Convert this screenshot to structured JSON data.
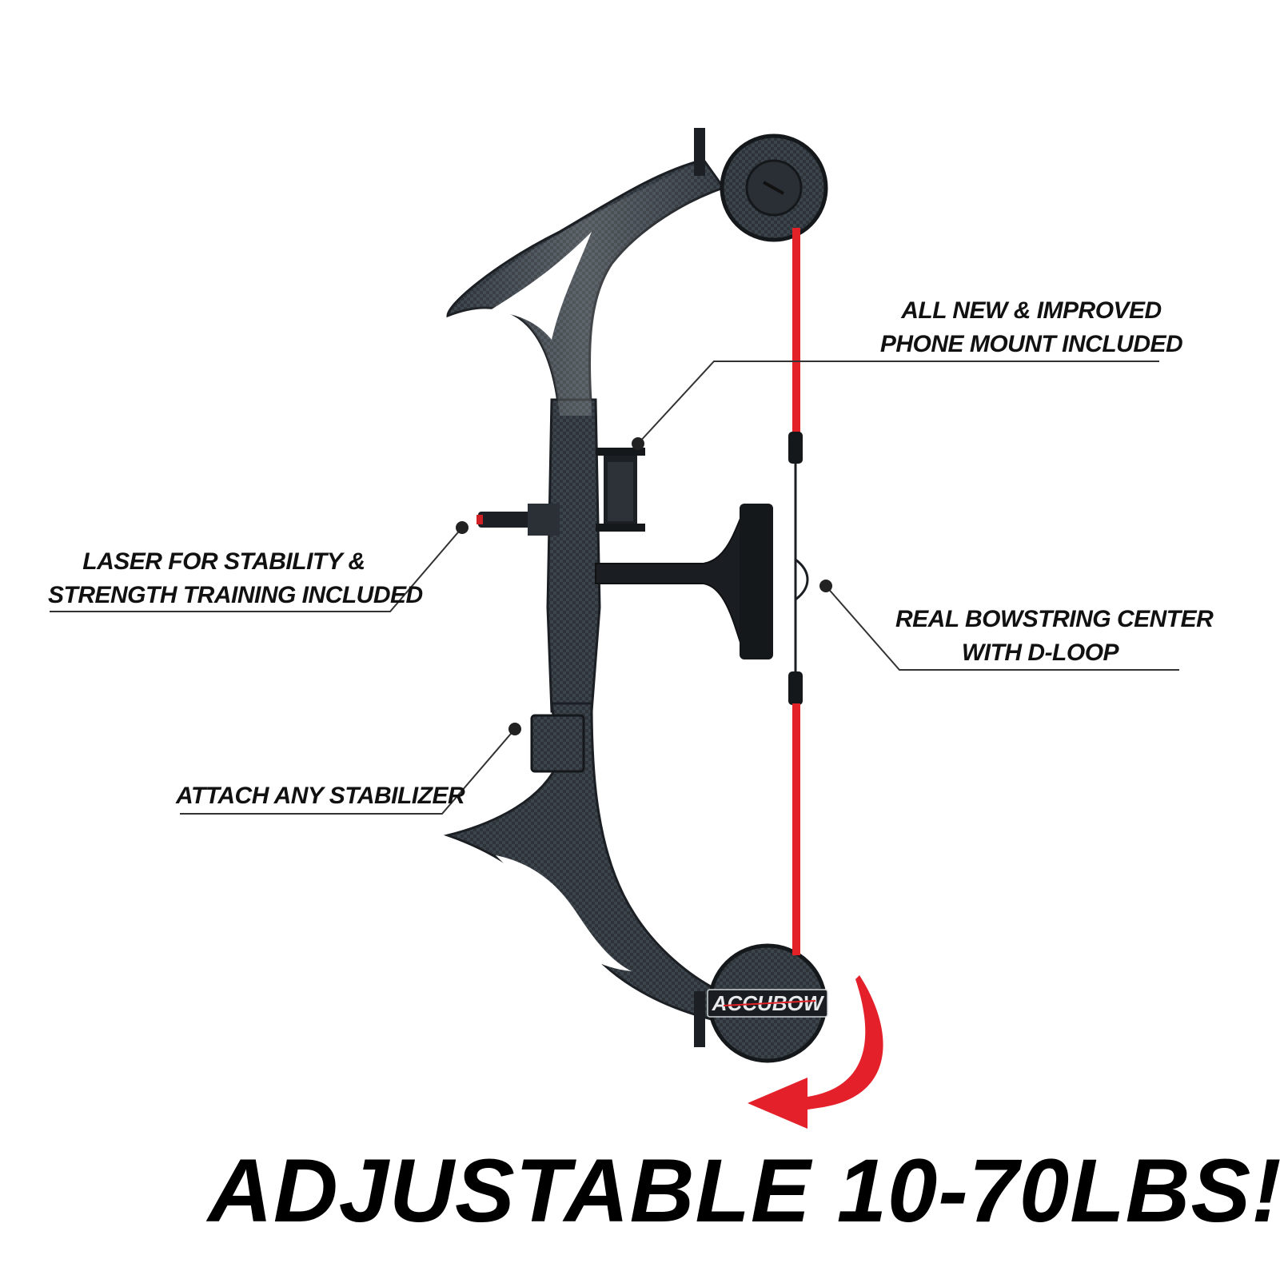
{
  "callouts": {
    "phone_mount": {
      "line1": "ALL NEW & IMPROVED",
      "line2": "PHONE MOUNT INCLUDED"
    },
    "laser": {
      "line1": "LASER FOR STABILITY &",
      "line2": "STRENGTH TRAINING INCLUDED"
    },
    "bowstring": {
      "line1": "REAL BOWSTRING CENTER",
      "line2": "WITH D-LOOP"
    },
    "stabilizer": {
      "line1": "ATTACH ANY STABILIZER"
    }
  },
  "headline": "ADJUSTABLE 10-70LBS!",
  "brand": "ACCUBOW",
  "colors": {
    "bow_body": "#2b3036",
    "bowstring": "#e32227",
    "arrow": "#e4202a",
    "text": "#111111"
  },
  "icons": [
    "adjustment-arrow-icon",
    "callout-dot-icon"
  ]
}
